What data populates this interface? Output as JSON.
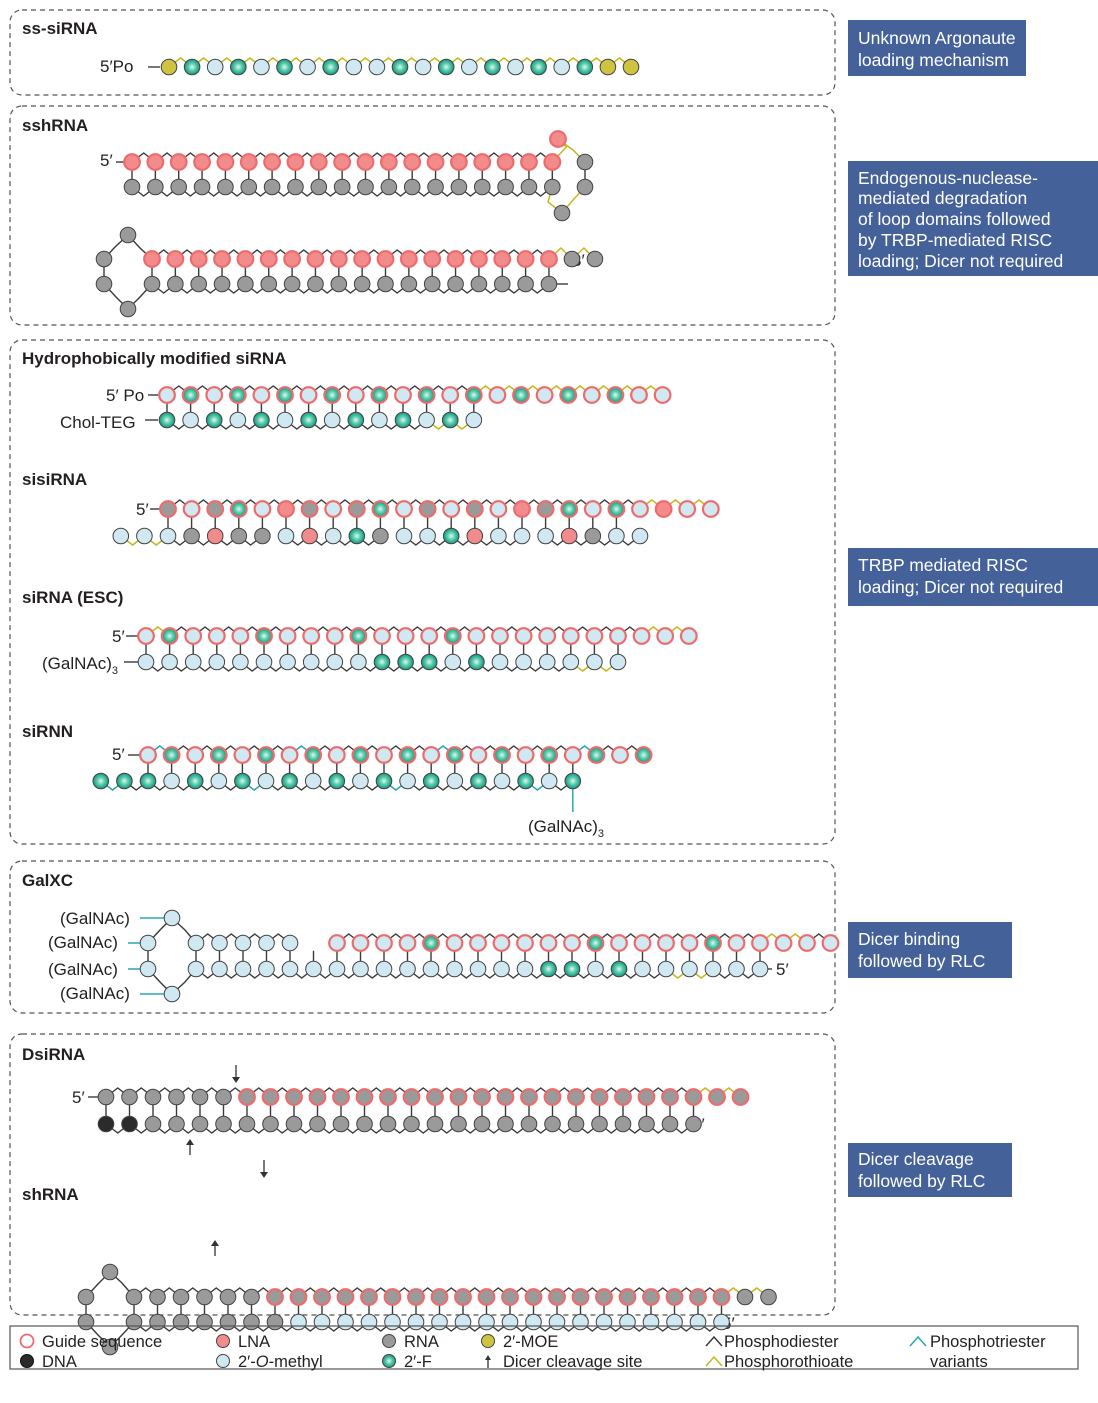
{
  "panels": [
    {
      "title": "ss-siRNA",
      "labels": {
        "five_prime_po": "5′Po"
      }
    },
    {
      "title": "sshRNA",
      "labels": {
        "five_prime": "5′",
        "three_prime": "3′"
      }
    },
    {
      "title": "Hydrophobically modified siRNA",
      "labels": {
        "five_prime_po": "5′ Po",
        "chol_teg": "Chol-TEG"
      }
    },
    {
      "title": "sisiRNA",
      "labels": {
        "five_prime": "5′"
      }
    },
    {
      "title": "siRNA (ESC)",
      "labels": {
        "five_prime": "5′",
        "galnac3": "(GalNAc)",
        "sub3": "3"
      }
    },
    {
      "title": "siRNN",
      "labels": {
        "five_prime": "5′",
        "galnac3": "(GalNAc)",
        "sub3": "3"
      }
    },
    {
      "title": "GalXC",
      "labels": {
        "galnac_1": "(GalNAc)",
        "galnac_2": "(GalNAc)",
        "galnac_3": "(GalNAc)",
        "galnac_4": "(GalNAc)",
        "five_prime": "5′"
      }
    },
    {
      "title": "DsiRNA",
      "labels": {
        "five_prime_left": "5′",
        "five_prime_right": "5′"
      }
    },
    {
      "title": "shRNA",
      "labels": {
        "five_prime": "5′"
      }
    }
  ],
  "mechanisms": [
    {
      "lines": [
        "Unknown Argonaute",
        "loading mechanism"
      ]
    },
    {
      "lines": [
        "Endogenous-nuclease-",
        "mediated degradation",
        "of loop domains followed",
        "by TRBP-mediated RISC",
        "loading; Dicer not required"
      ]
    },
    {
      "lines": [
        "TRBP mediated RISC",
        "loading; Dicer not required"
      ]
    },
    {
      "lines": [
        "Dicer binding",
        "followed by RLC"
      ]
    },
    {
      "lines": [
        "Dicer cleavage",
        "followed by RLC"
      ]
    }
  ],
  "legend": {
    "guide": "Guide sequence",
    "dna": "DNA",
    "lna": "LNA",
    "ome_a": "2′-",
    "ome_o": "O",
    "ome_b": "-methyl",
    "rna": "RNA",
    "f2": "2′-F",
    "moe": "2′-MOE",
    "dicer": "Dicer cleavage site",
    "pd": "Phosphodiester",
    "ps": "Phosphorothioate",
    "pt1": "Phosphotriester",
    "pt2": "variants"
  },
  "colors": {
    "rna": "#9a9a9a",
    "ome": "#cfe8f1",
    "fluoro": "#27b89e",
    "moe": "#cfc441",
    "lna": "#f28c8c",
    "dna": "#2b2b2b",
    "guide_ring": "#ef6b6b",
    "phosphorothioate": "#c3b91e",
    "phosphotriester": "#2aa5b8",
    "box": "#44619a"
  }
}
